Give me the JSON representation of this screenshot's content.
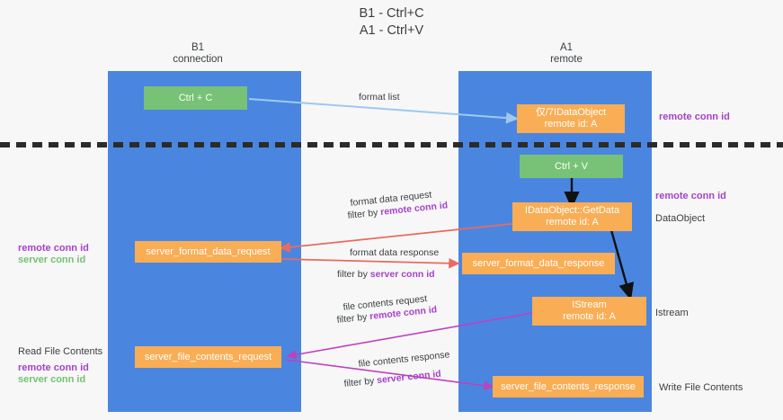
{
  "title": "B1 - Ctrl+C\nA1 - Ctrl+V",
  "lanes": [
    {
      "name": "lane-b1",
      "title": "B1\nconnection"
    },
    {
      "name": "lane-a1",
      "title": "A1\nremote"
    }
  ],
  "nodes": {
    "ctrl_c": {
      "line1": "Ctrl + C",
      "line2": ""
    },
    "idataobject_top": {
      "line1": "仅/7IDataObject",
      "line2": "remote id: A"
    },
    "ctrl_v": {
      "line1": "Ctrl + V",
      "line2": ""
    },
    "getdata": {
      "line1": "IDataObject::GetData",
      "line2": "remote id: A"
    },
    "server_format_data_request": {
      "line1": "server_format_data_request",
      "line2": ""
    },
    "server_format_data_response": {
      "line1": "server_format_data_response",
      "line2": ""
    },
    "istream": {
      "line1": "IStream",
      "line2": "remote id: A"
    },
    "server_file_contents_request": {
      "line1": "server_file_contents_request",
      "line2": ""
    },
    "server_file_contents_response": {
      "line1": "server_file_contents_response",
      "line2": ""
    }
  },
  "wire_labels": {
    "format_list": "format list",
    "format_data_request": "format data request",
    "format_data_request_filter_pre": "filter by ",
    "format_data_request_filter_key": "remote conn id",
    "format_data_response": "format data response",
    "format_data_response_filter_pre": "filter by ",
    "format_data_response_filter_key": "server conn id",
    "file_contents_request": "file contents request",
    "file_contents_request_filter_pre": "filter by ",
    "file_contents_request_filter_key": "remote conn id",
    "file_contents_response": "file contents response",
    "file_contents_response_filter_pre": "filter by ",
    "file_contents_response_filter_key": "server conn id"
  },
  "right_labels": {
    "remote_conn_id_top": "remote conn id",
    "remote_conn_id_mid": "remote conn id",
    "dataobject": "DataObject",
    "istream": "Istream",
    "write_file_contents": "Write File Contents"
  },
  "left_labels": {
    "remote_conn_id": "remote conn id",
    "server_conn_id": "server conn id",
    "read_file_contents": "Read File Contents",
    "remote_conn_id_2": "remote conn id",
    "server_conn_id_2": "server conn id"
  },
  "colors": {
    "lane": "#4a86e0",
    "green_node": "#77c277",
    "orange_node": "#f9ad55",
    "purple": "#a642c8",
    "green_text": "#74c274",
    "divider": "#2b2b2b",
    "arrow_blue": "#9ec8ef",
    "arrow_red": "#ea6a5e",
    "arrow_magenta": "#c040c0",
    "arrow_black": "#111111"
  }
}
